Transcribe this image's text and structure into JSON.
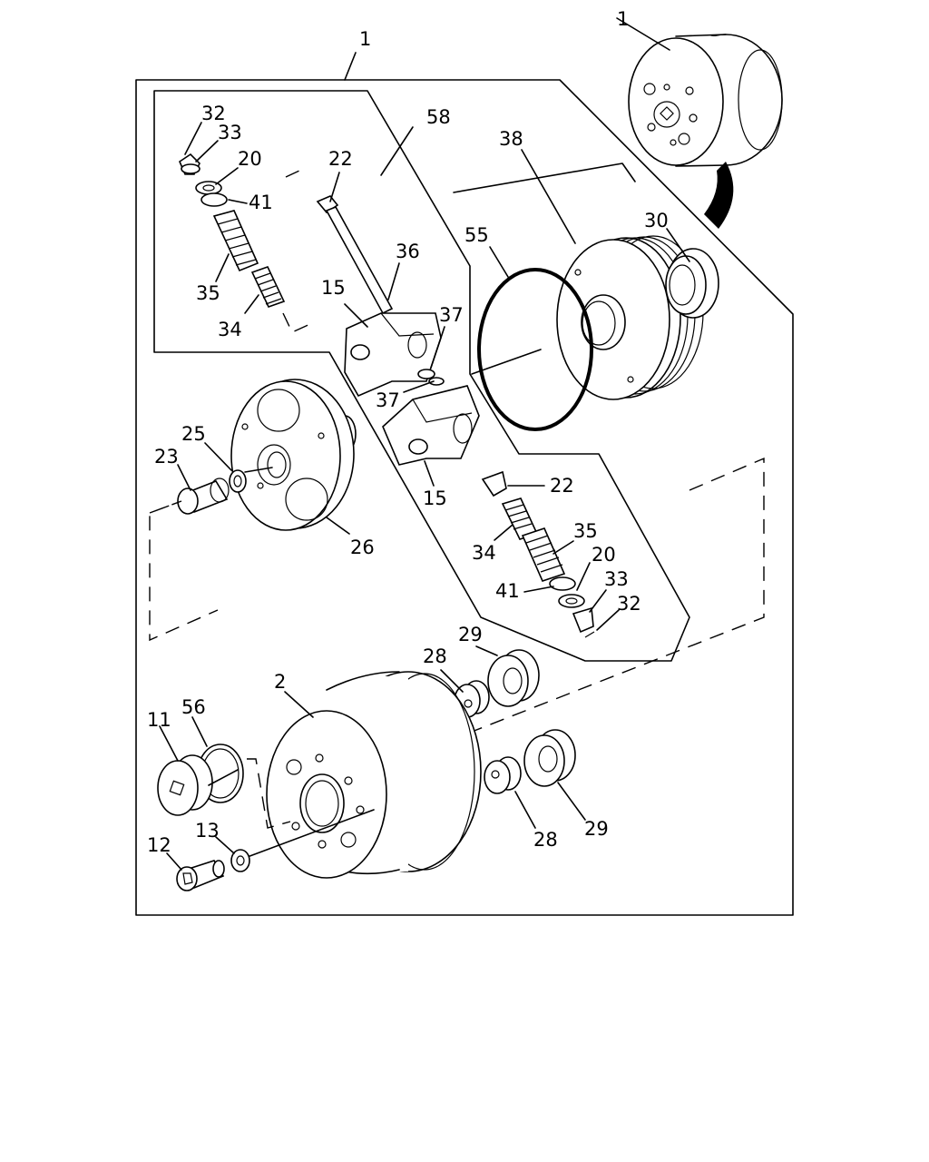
{
  "callouts": {
    "c1_top": "1",
    "c1_inset": "1",
    "c58": "58",
    "c38": "38",
    "c55": "55",
    "c30": "30",
    "c32a": "32",
    "c33a": "33",
    "c20a": "20",
    "c41a": "41",
    "c35a": "35",
    "c34a": "34",
    "c22a": "22",
    "c36": "36",
    "c15a": "15",
    "c37a": "37",
    "c37b": "37",
    "c15b": "15",
    "c22b": "22",
    "c35b": "35",
    "c34b": "34",
    "c20b": "20",
    "c41b": "41",
    "c33b": "33",
    "c32b": "32",
    "c25": "25",
    "c23": "23",
    "c26": "26",
    "c29a": "29",
    "c28a": "28",
    "c2": "2",
    "c56": "56",
    "c11": "11",
    "c13": "13",
    "c12": "12",
    "c28b": "28",
    "c29b": "29"
  }
}
